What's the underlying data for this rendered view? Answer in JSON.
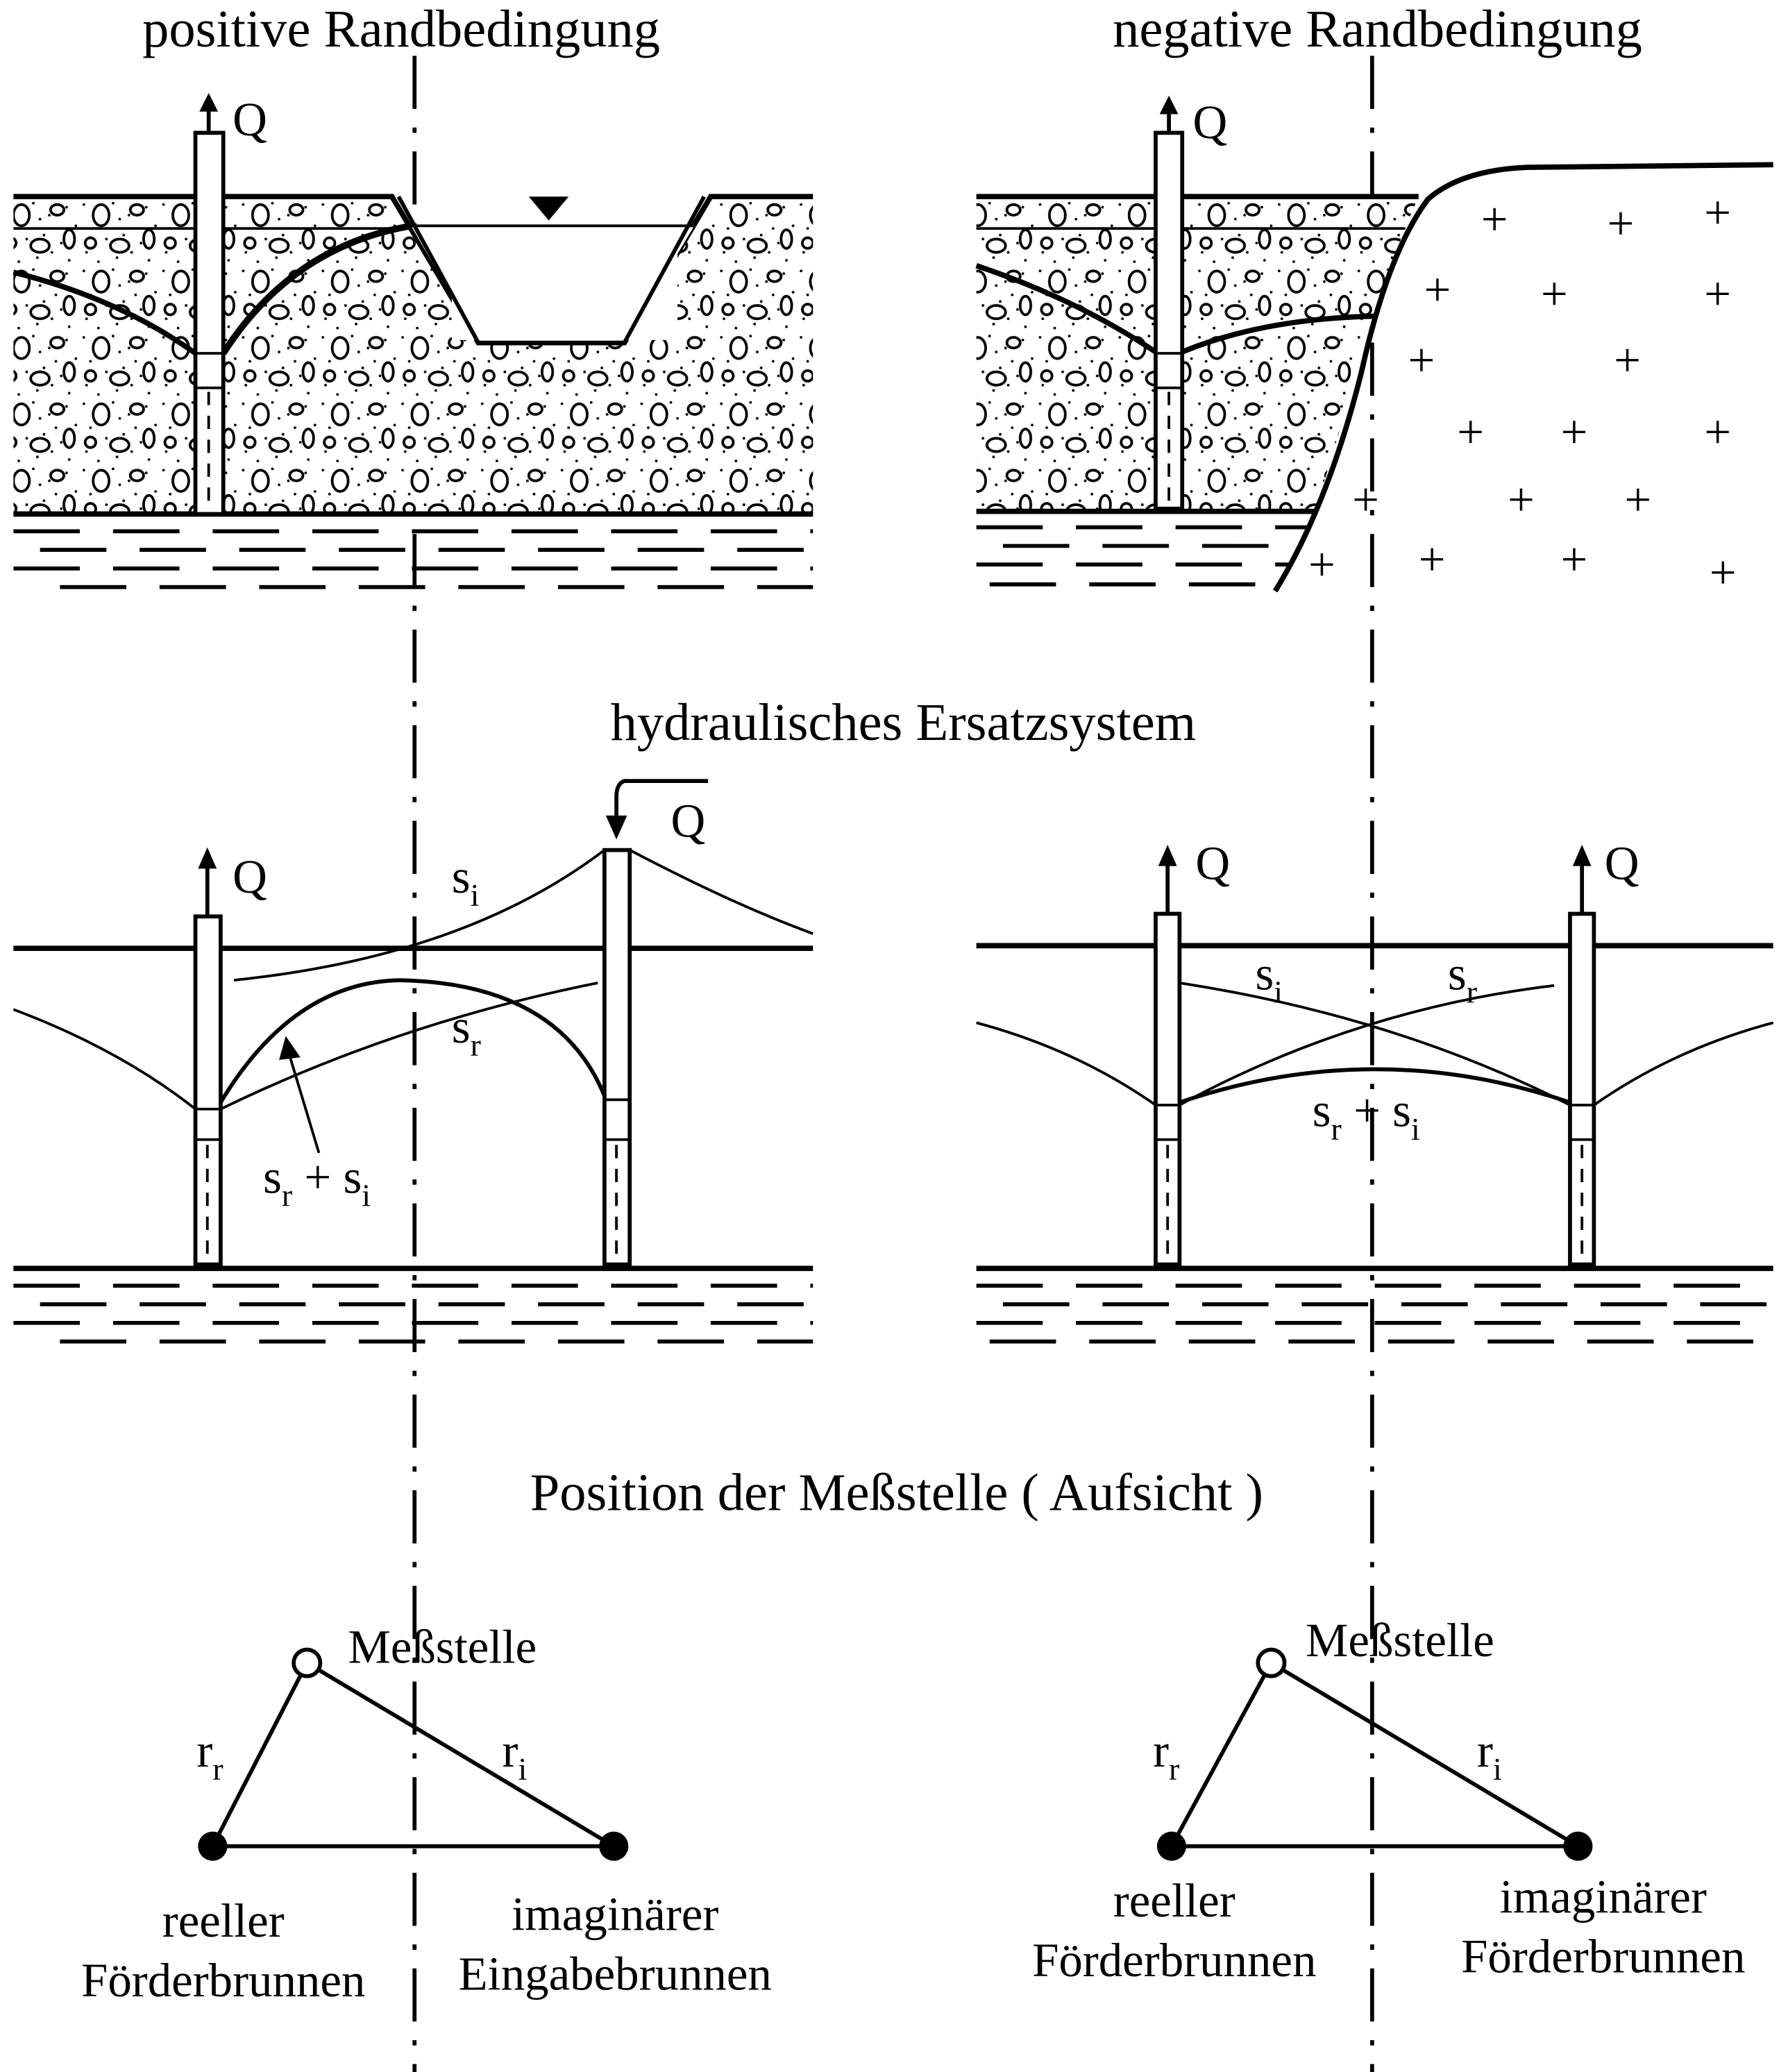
{
  "titles": {
    "positive": "positive Randbedingung",
    "negative": "negative Randbedingung",
    "hydraulic": "hydraulisches Ersatzsystem",
    "position": "Position  der  Meßstelle ( Aufsicht )"
  },
  "labels": {
    "Q": "Q",
    "s": "s",
    "r": "r",
    "sub_i": "i",
    "sub_r": "r",
    "plus": "+",
    "messstelle": "Meßstelle"
  },
  "left_plan": {
    "real_well_line1": "reeller",
    "real_well_line2": "Förderbrunnen",
    "image_well_line1": "imaginärer",
    "image_well_line2": "Eingabebrunnen"
  },
  "right_plan": {
    "real_well_line1": "reeller",
    "real_well_line2": "Förderbrunnen",
    "image_well_line1": "imaginärer",
    "image_well_line2": "Förderbrunnen"
  }
}
